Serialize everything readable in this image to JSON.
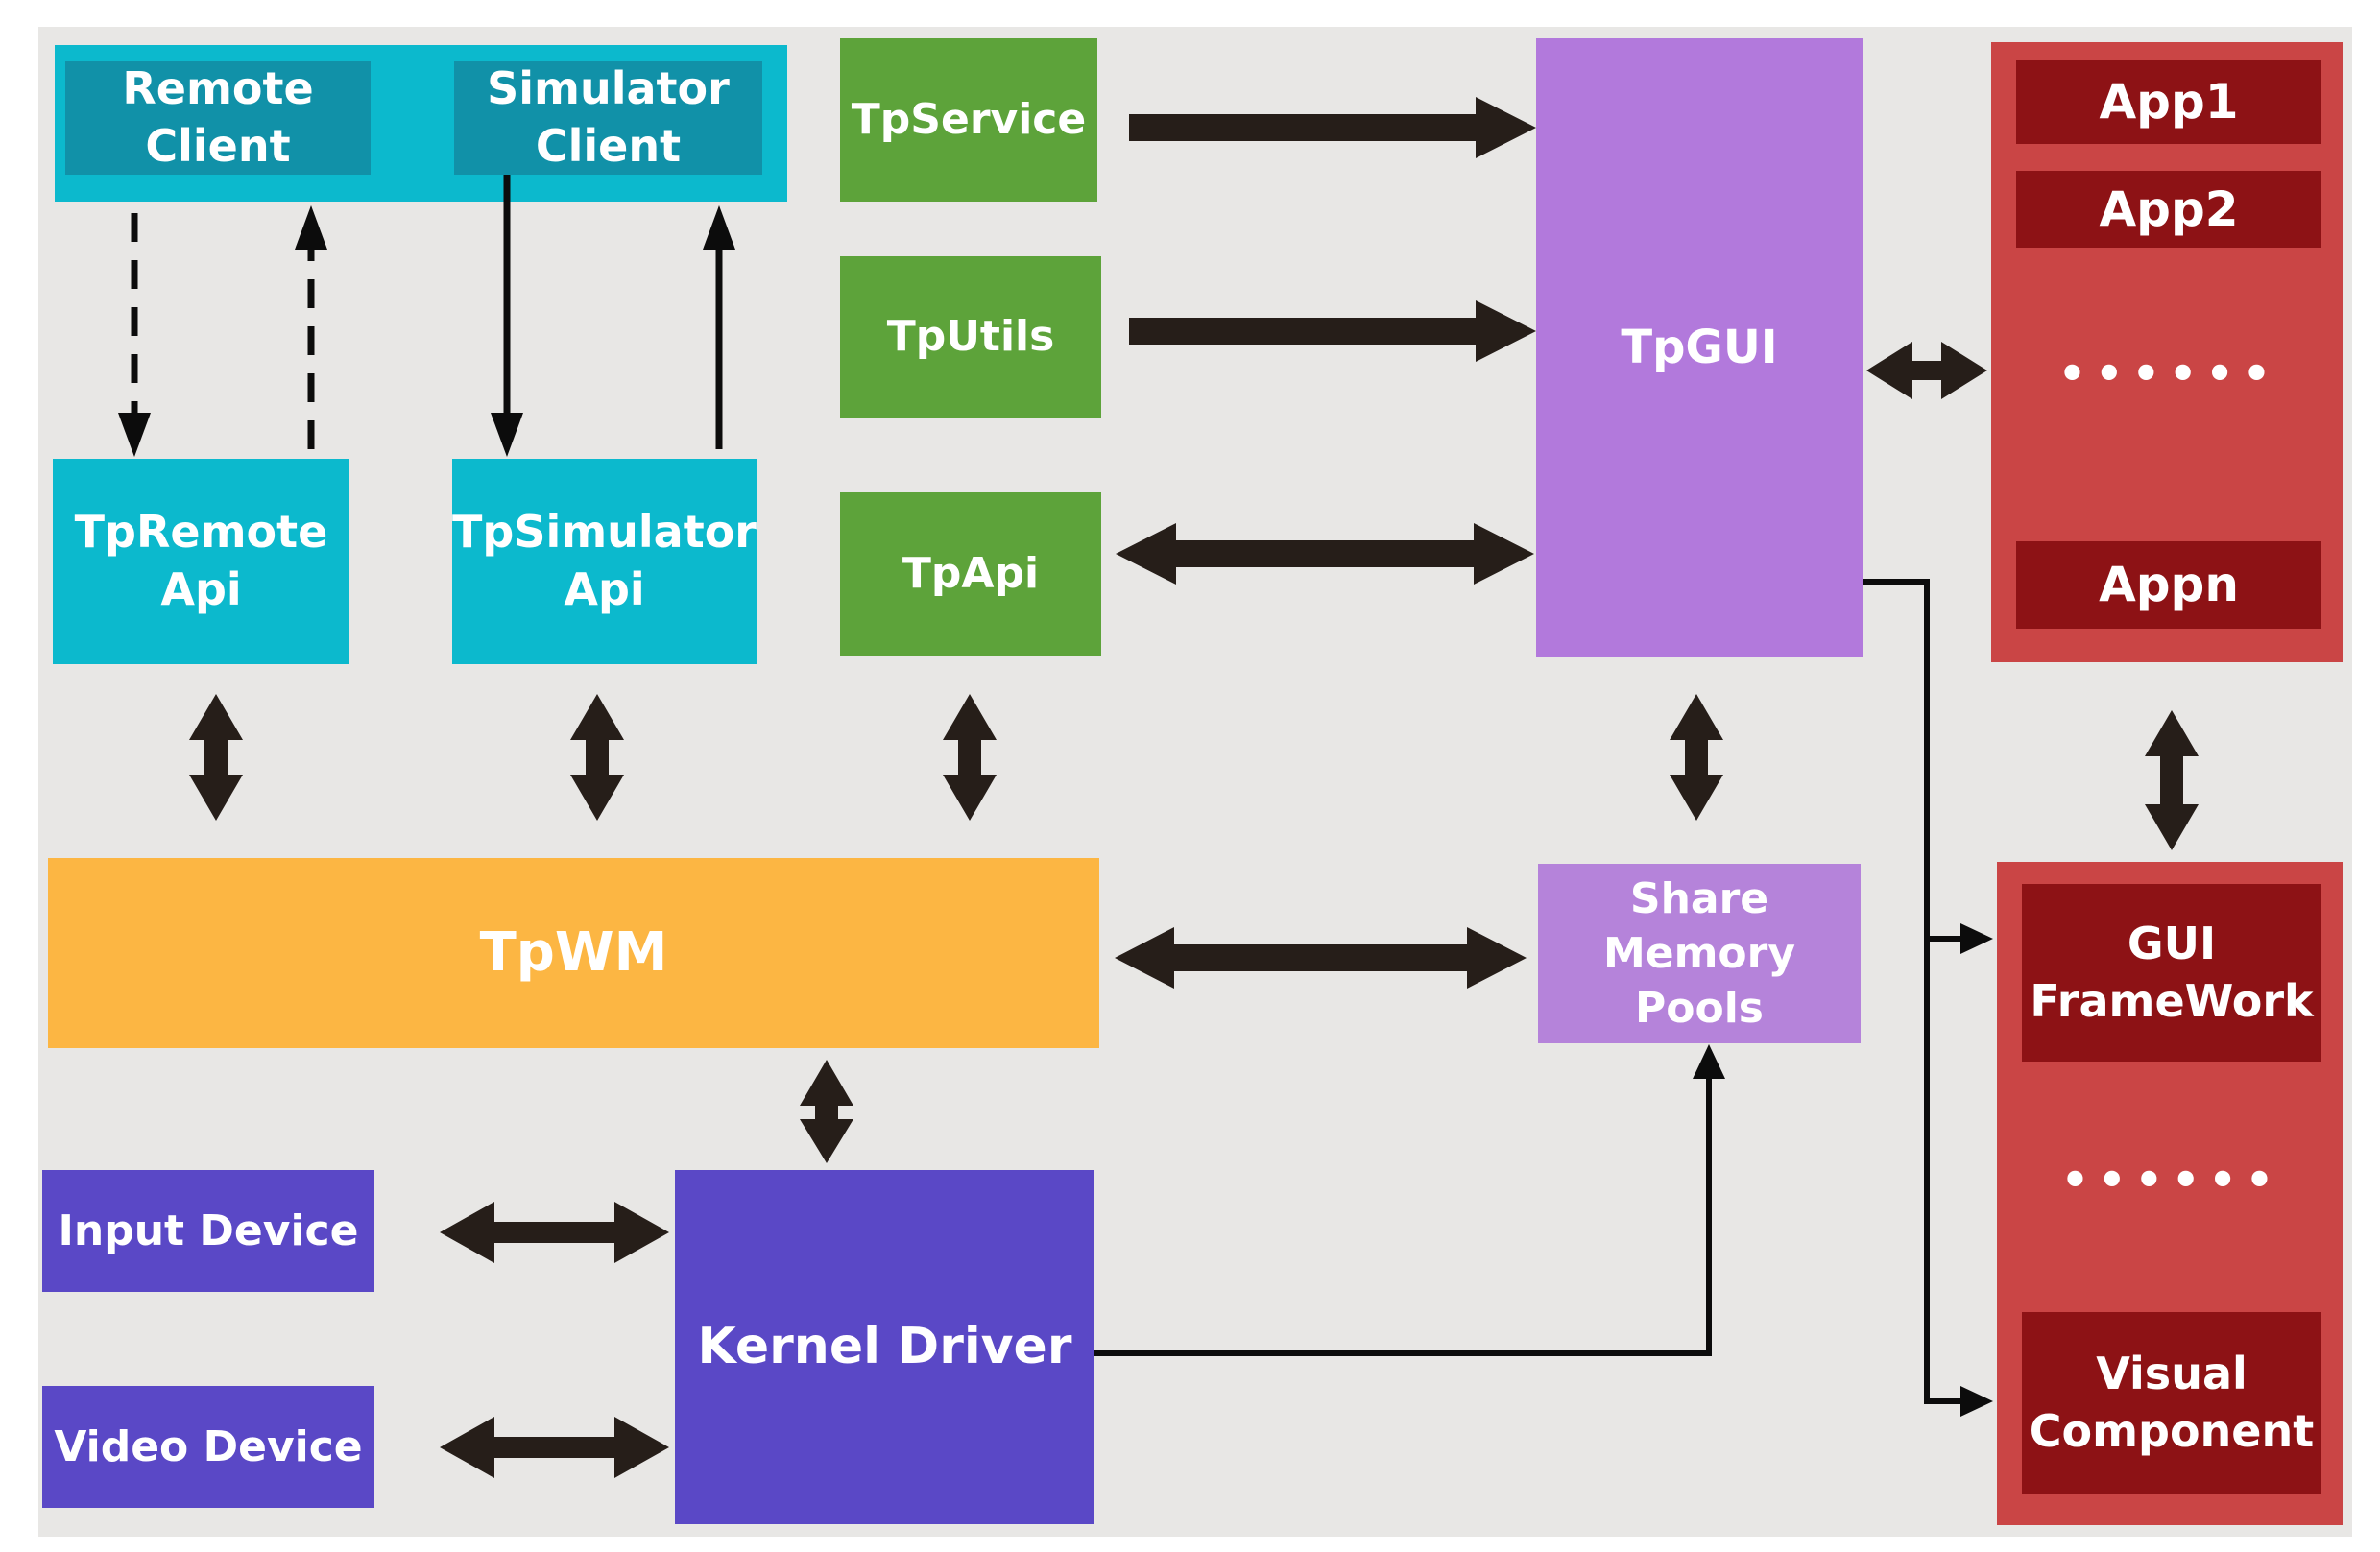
{
  "palette": {
    "board": "#e8e7e5",
    "cyan": "#0cb9cd",
    "teal_dark": "#1191a8",
    "green": "#5da33a",
    "purple": "#b279dc",
    "purple_light": "#b583da",
    "orange": "#fcb643",
    "indigo": "#5a48c6",
    "red": "#ca4545",
    "red_dark": "#8d1215",
    "arrow": "#261e19",
    "line": "#0c0c0c",
    "text": "#ffffff"
  },
  "labels": {
    "remote_client": "Remote Client",
    "simulator_client": "Simulator Client",
    "tpremote_api": "TpRemote Api",
    "tpsimulator_api": "TpSimulator Api",
    "tpservice": "TpService",
    "tputils": "TpUtils",
    "tpapi": "TpApi",
    "tpgui": "TpGUI",
    "app1": "App1",
    "app2": "App2",
    "app_dots": "••••••",
    "appn": "Appn",
    "tpwm": "TpWM",
    "share_memory_pools": "Share Memory Pools",
    "gui_framework": "GUI FrameWork",
    "gui_dots": "••••••",
    "visual_component": "Visual Component",
    "input_device": "Input Device",
    "video_device": "Video Device",
    "kernel_driver": "Kernel Driver"
  },
  "connections": [
    {
      "from": "Remote Client",
      "to": "TpRemote Api",
      "style": "dashed-thin",
      "direction": "down"
    },
    {
      "from": "TpRemote Api",
      "to": "Remote Client",
      "style": "dashed-thin",
      "direction": "up"
    },
    {
      "from": "Simulator Client",
      "to": "TpSimulator Api",
      "style": "solid-thin",
      "direction": "down"
    },
    {
      "from": "TpSimulator Api",
      "to": "Simulator Client",
      "style": "solid-thin",
      "direction": "up"
    },
    {
      "from": "TpService",
      "to": "TpGUI",
      "style": "thick",
      "direction": "right"
    },
    {
      "from": "TpUtils",
      "to": "TpGUI",
      "style": "thick",
      "direction": "right"
    },
    {
      "from": "TpApi",
      "to": "TpGUI",
      "style": "thick",
      "direction": "both"
    },
    {
      "from": "TpGUI",
      "to": "Apps",
      "style": "thick",
      "direction": "both"
    },
    {
      "from": "TpRemote Api",
      "to": "TpWM",
      "style": "thick",
      "direction": "both"
    },
    {
      "from": "TpSimulator Api",
      "to": "TpWM",
      "style": "thick",
      "direction": "both"
    },
    {
      "from": "TpApi",
      "to": "TpWM",
      "style": "thick",
      "direction": "both"
    },
    {
      "from": "TpGUI",
      "to": "Share Memory Pools",
      "style": "thick",
      "direction": "both"
    },
    {
      "from": "Apps",
      "to": "GUI FrameWork block",
      "style": "thick",
      "direction": "both"
    },
    {
      "from": "TpWM",
      "to": "Share Memory Pools",
      "style": "thick",
      "direction": "both"
    },
    {
      "from": "TpWM",
      "to": "Kernel Driver",
      "style": "thick",
      "direction": "both"
    },
    {
      "from": "Input Device",
      "to": "Kernel Driver",
      "style": "thick",
      "direction": "both"
    },
    {
      "from": "Video Device",
      "to": "Kernel Driver",
      "style": "thick",
      "direction": "both"
    },
    {
      "from": "TpGUI",
      "to": "GUI FrameWork",
      "style": "thin-elbow",
      "direction": "right"
    },
    {
      "from": "TpGUI",
      "to": "Visual Component",
      "style": "thin-elbow",
      "direction": "right"
    },
    {
      "from": "Kernel Driver",
      "to": "Share Memory Pools",
      "style": "thin-elbow",
      "direction": "up"
    }
  ]
}
